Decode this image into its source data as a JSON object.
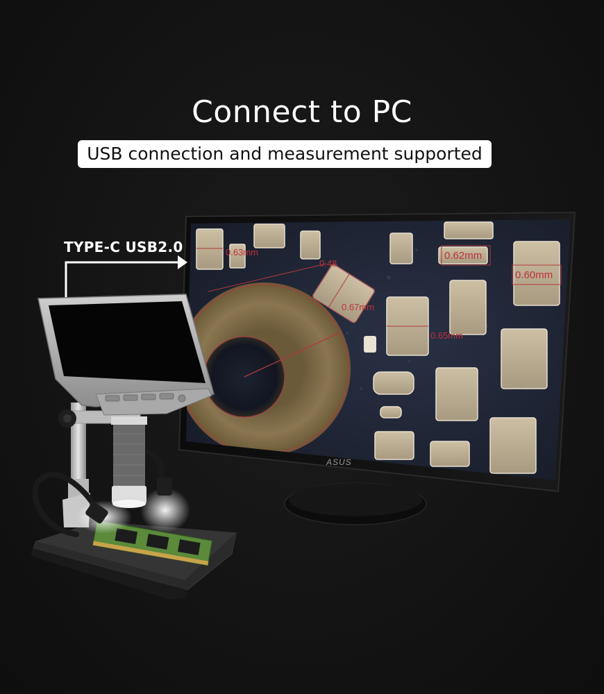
{
  "headline": "Connect to PC",
  "subheadline": "USB connection and measurement supported",
  "callout": "TYPE-C USB2.0",
  "monitor_brand": "ASUS",
  "measurements": [
    "0.63mm",
    "0.62mm",
    "0.60mm",
    "0.67mm",
    "0.65mm",
    "0.48"
  ],
  "colors": {
    "background": "#141414",
    "measure": "#c0303a",
    "pill": "#ffffff"
  }
}
